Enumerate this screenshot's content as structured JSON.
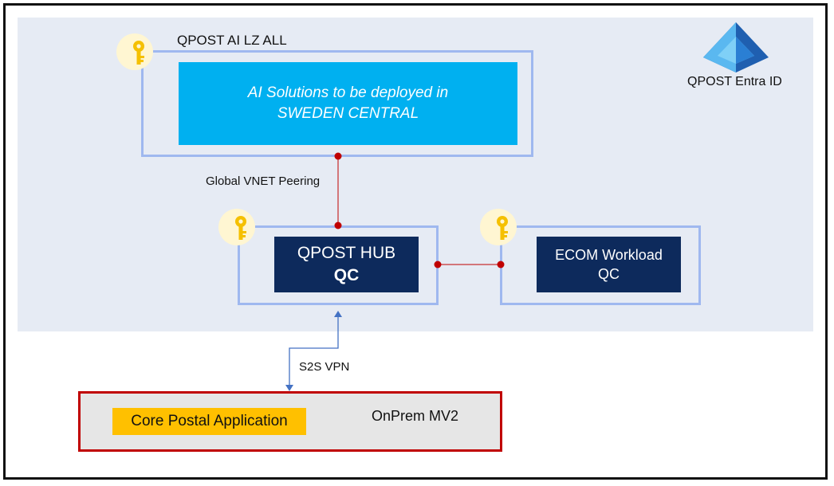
{
  "ai_lz": {
    "title": "QPOST AI LZ ALL",
    "line1": "AI Solutions to be deployed in",
    "line2": "SWEDEN CENTRAL"
  },
  "entra": {
    "label": "QPOST Entra ID"
  },
  "peering": {
    "label": "Global VNET Peering"
  },
  "hub": {
    "line1": "QPOST HUB",
    "line2": "QC"
  },
  "ecom": {
    "line1": "ECOM Workload",
    "line2": "QC"
  },
  "vpn": {
    "label": "S2S VPN"
  },
  "onprem": {
    "label": "OnPrem MV2",
    "app_label": "Core Postal Application"
  },
  "icons": {
    "key": "key-icon",
    "entra": "entra-id-icon",
    "connector": "connector-dot"
  },
  "colors": {
    "cloud_bg": "#e6ebf4",
    "box_border": "#9fb8ef",
    "ai_fill": "#00b0f0",
    "navy": "#0d2a5c",
    "connector_red": "#c00000",
    "vpn_blue": "#4472c4",
    "onprem_border": "#c00000",
    "core_app": "#ffc000",
    "key_gold": "#f5c000"
  }
}
